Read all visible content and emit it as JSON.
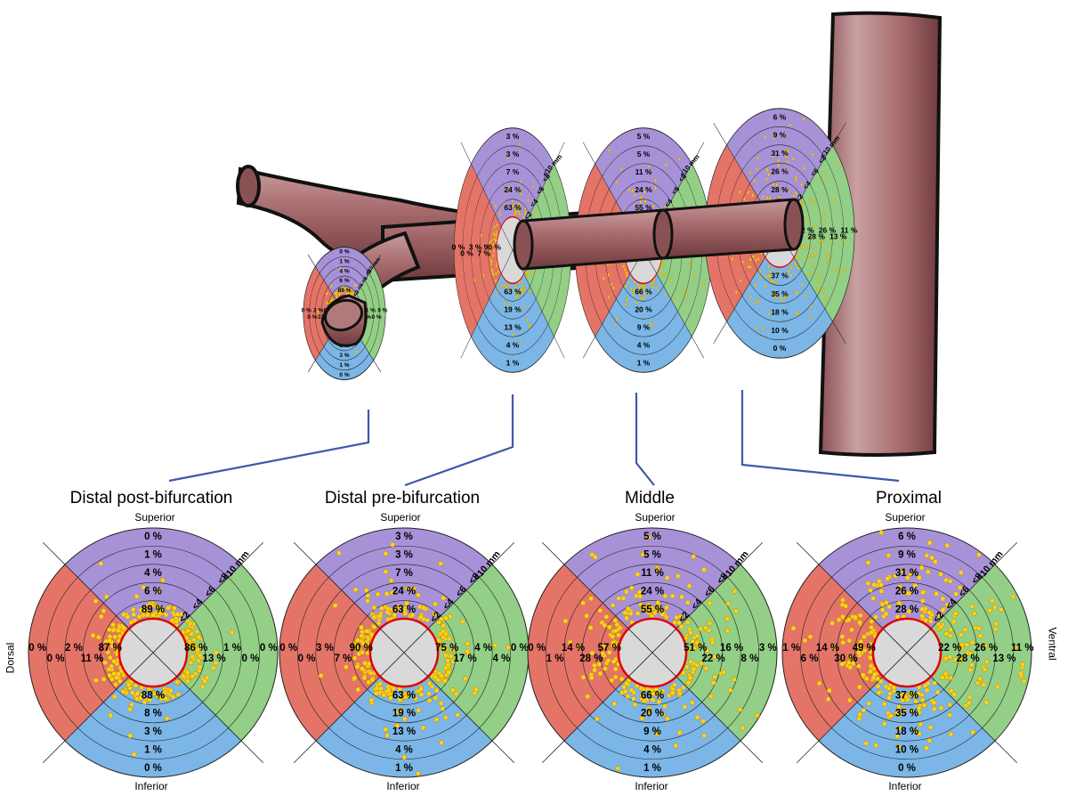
{
  "labels": {
    "superior": "Superior",
    "inferior": "Inferior",
    "dorsal": "Dorsal",
    "ventral": "Ventral",
    "ring_scale": [
      "<2",
      "<4",
      "<6",
      "<8",
      "<10 mm"
    ]
  },
  "colors": {
    "superior": "#a792d8",
    "dorsal": "#e57468",
    "ventral": "#93cf86",
    "inferior": "#7bb6e6",
    "point_fill": "#ffd21f",
    "point_stroke": "#b48a00",
    "lumen": "#d9d9d9",
    "lumen_ring": "#e00000",
    "connector": "#3b5aa8",
    "vessel": "#a4676a"
  },
  "sections": [
    {
      "title": "Distal post-bifurcation",
      "superior": [
        "89 %",
        "6 %",
        "4 %",
        "1 %",
        "0 %"
      ],
      "inferior": [
        "88 %",
        "8 %",
        "3 %",
        "1 %",
        "0 %"
      ],
      "dorsal": [
        "87 %",
        "11 %",
        "2 %",
        "0 %",
        "0 %"
      ],
      "ventral": [
        "86 %",
        "13 %",
        "1 %",
        "0 %",
        "0 %"
      ]
    },
    {
      "title": "Distal pre-bifurcation",
      "superior": [
        "63 %",
        "24 %",
        "7 %",
        "3 %",
        "3 %"
      ],
      "inferior": [
        "63 %",
        "19 %",
        "13 %",
        "4 %",
        "1 %"
      ],
      "dorsal": [
        "90 %",
        "7 %",
        "3 %",
        "0 %",
        "0 %"
      ],
      "ventral": [
        "75 %",
        "17 %",
        "4 %",
        "4 %",
        "0 %"
      ]
    },
    {
      "title": "Middle",
      "superior": [
        "55 %",
        "24 %",
        "11 %",
        "5 %",
        "5 %"
      ],
      "inferior": [
        "66 %",
        "20 %",
        "9 %",
        "4 %",
        "1 %"
      ],
      "dorsal": [
        "57 %",
        "28 %",
        "14 %",
        "1 %",
        "0 %"
      ],
      "ventral": [
        "51 %",
        "22 %",
        "16 %",
        "8 %",
        "3 %"
      ]
    },
    {
      "title": "Proximal",
      "superior": [
        "28 %",
        "26 %",
        "31 %",
        "9 %",
        "6 %"
      ],
      "inferior": [
        "37 %",
        "35 %",
        "18 %",
        "10 %",
        "0 %"
      ],
      "dorsal": [
        "49 %",
        "30 %",
        "14 %",
        "6 %",
        "1 %"
      ],
      "ventral": [
        "22 %",
        "28 %",
        "26 %",
        "13 %",
        "11 %"
      ]
    }
  ]
}
